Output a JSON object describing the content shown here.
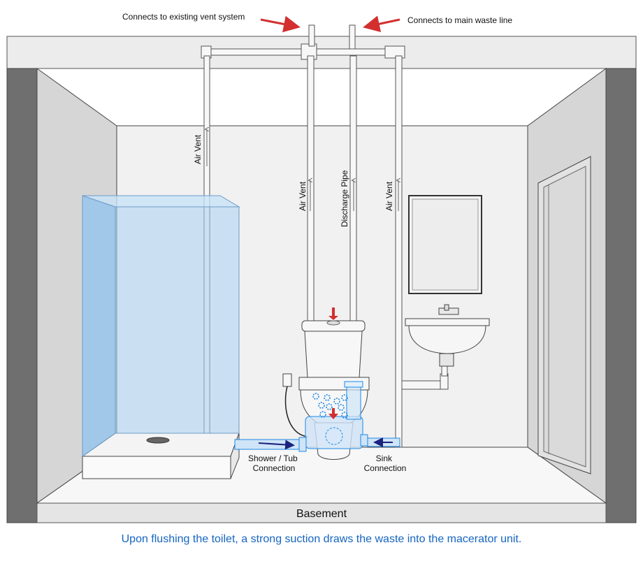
{
  "labels": {
    "vent_connect": "Connects to existing vent system",
    "waste_connect": "Connects to main waste line",
    "air_vent_left": "Air Vent",
    "air_vent_mid": "Air Vent",
    "discharge": "Discharge Pipe",
    "air_vent_right": "Air Vent",
    "shower_line1": "Shower / Tub",
    "shower_line2": "Connection",
    "sink_line1": "Sink",
    "sink_line2": "Connection",
    "basement": "Basement"
  },
  "caption": "Upon flushing the toilet, a strong suction draws the waste into the macerator unit.",
  "colors": {
    "accent_arrow": "#d32f2f",
    "caption_text": "#1565c0",
    "shower_glass": "#8fc3ef",
    "flow_arrow": "#1a237e",
    "bubbles": "#1e88e5"
  }
}
